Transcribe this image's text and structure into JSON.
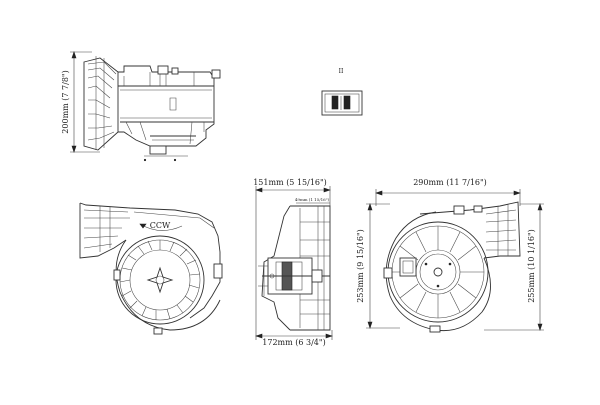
{
  "dimensions": {
    "top_height": "200mm (7 7/8\")",
    "width_151": "151mm (5 15/16\")",
    "width_290": "290mm (11 7/16\")",
    "height_253": "253mm (9 15/16\")",
    "height_255": "255mm (10 1/16\")",
    "width_172": "172mm (6 3/4\")",
    "small_dim": "49mm (1 15/16\")"
  },
  "labels": {
    "rotation": "CCW",
    "connector_mark": "II"
  }
}
